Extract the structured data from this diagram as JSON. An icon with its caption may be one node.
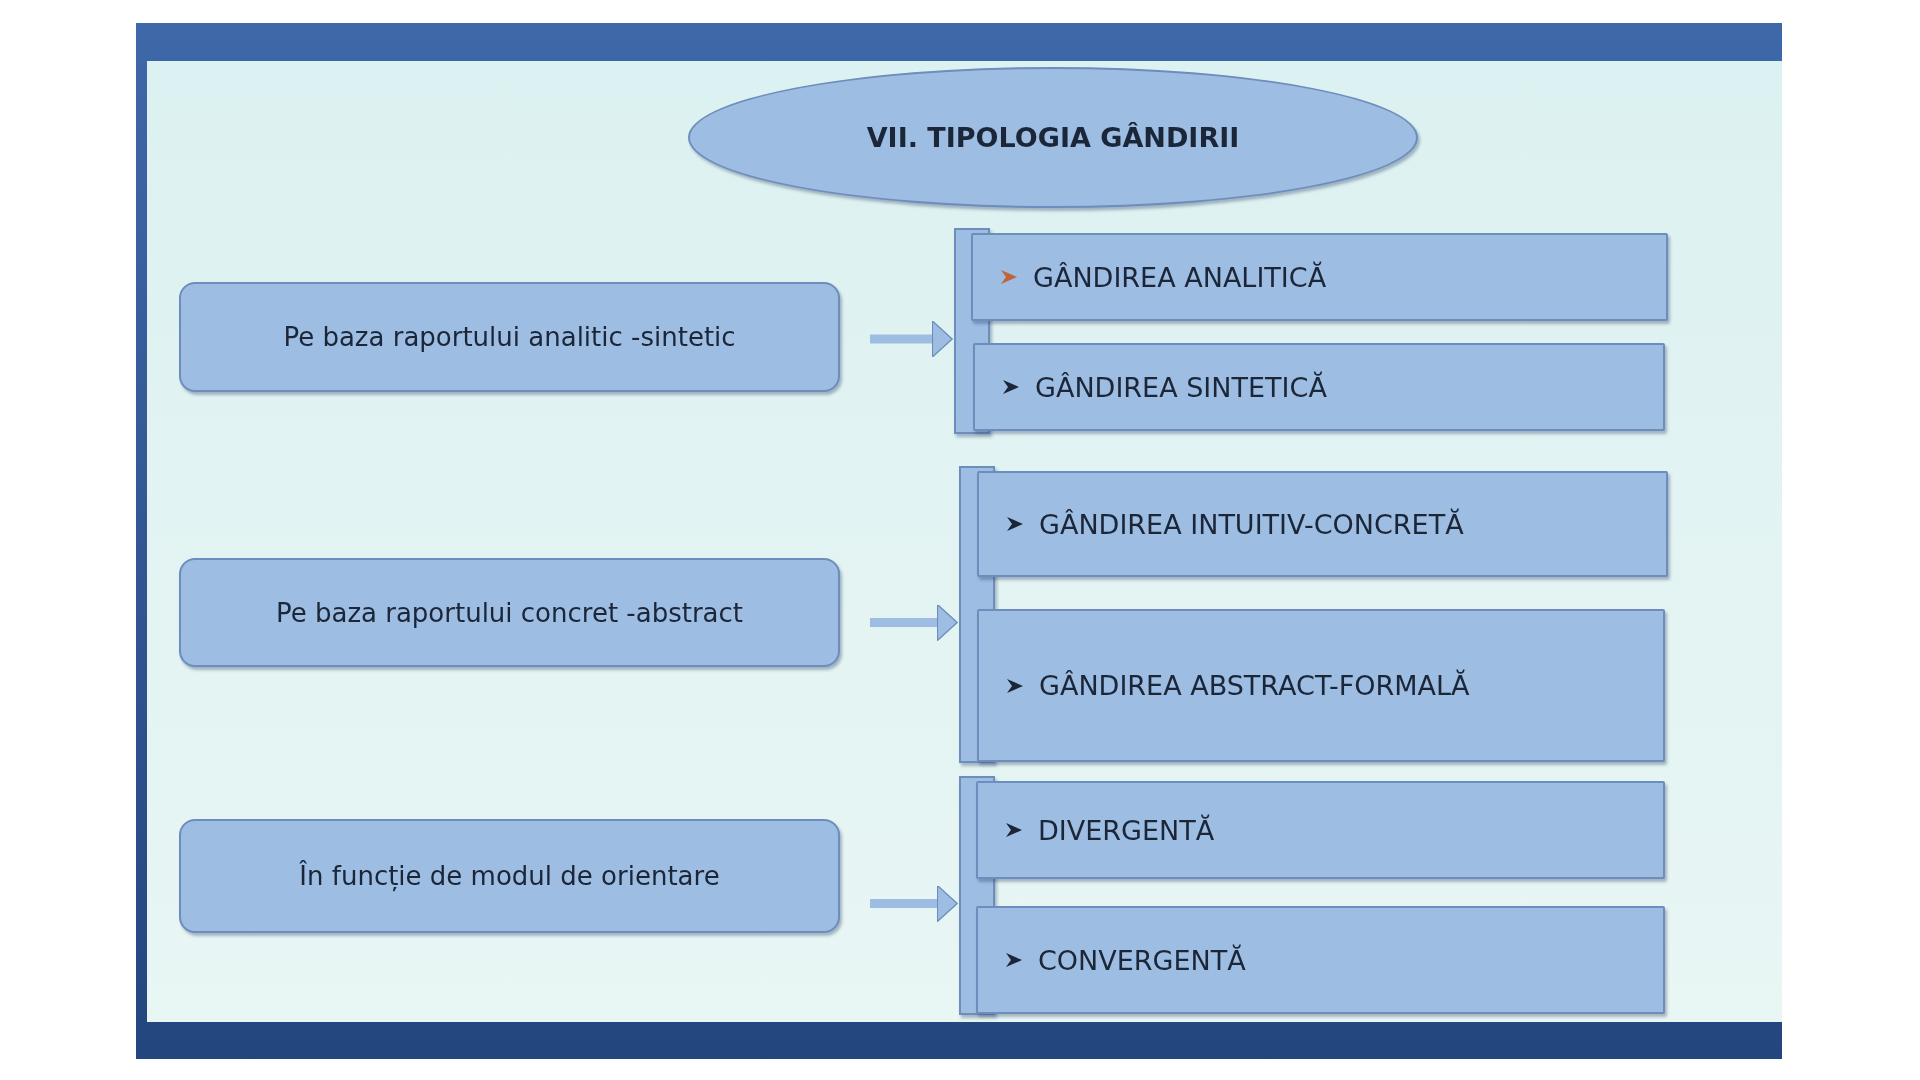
{
  "diagram": {
    "nodes": [
      {
        "text": [
          "VII. TIPOLOGIA GÂNDIRII"
        ]
      },
      {
        "text": [
          "Pe baza raportului analitic -sintetic"
        ]
      },
      {
        "text": [
          "Pe baza raportului concret -abstract"
        ]
      },
      {
        "text": [
          "În funcție de modul de orientare"
        ]
      },
      {
        "text": [
          "GÂNDIREA ANALITICĂ"
        ]
      },
      {
        "text": [
          "GÂNDIREA SINTETICĂ"
        ]
      },
      {
        "text": [
          "GÂNDIREA INTUITIV-CONCRETĂ"
        ]
      },
      {
        "text": [
          "GÂNDIREA ABSTRACT-FORMALĂ"
        ]
      },
      {
        "text": [
          "DIVERGENTĂ"
        ]
      },
      {
        "text": [
          "CONVERGENTĂ"
        ]
      },
      {
        "text": [],
        "shape": "bar"
      },
      {
        "text": [],
        "shape": "bar"
      },
      {
        "text": [],
        "shape": "bar"
      }
    ],
    "edges": [
      {
        "from": 1,
        "to": 10,
        "arrow": "to"
      },
      {
        "from": 2,
        "to": 11,
        "arrow": "to"
      },
      {
        "from": 3,
        "to": 12,
        "arrow": "to"
      }
    ]
  }
}
